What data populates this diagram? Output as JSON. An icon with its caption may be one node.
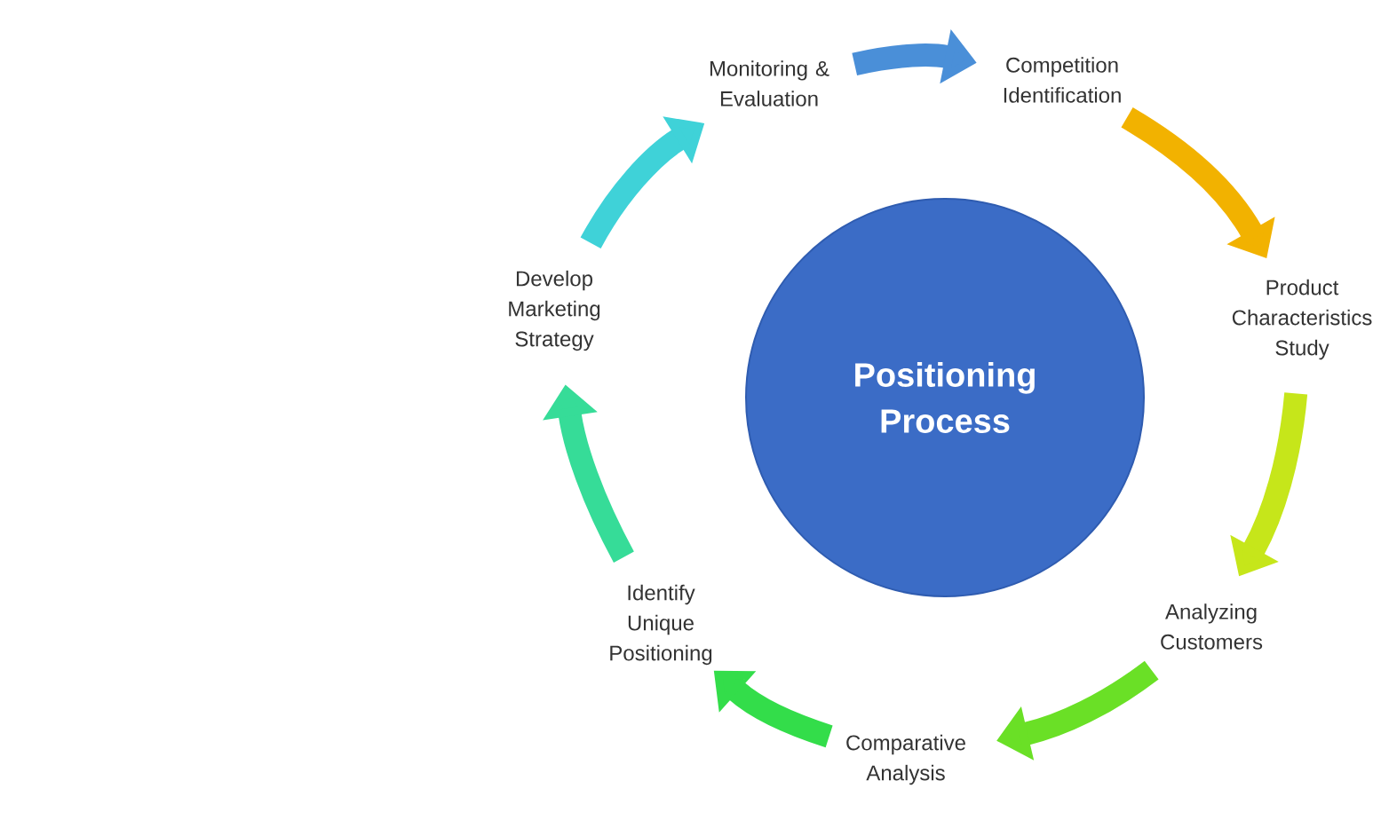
{
  "diagram": {
    "nodes": [
      {
        "text": [
          "Monitoring & Evaluation"
        ]
      },
      {
        "text": [
          "Competition Identification"
        ]
      },
      {
        "text": [
          "Product Characteristics Study"
        ]
      },
      {
        "text": [
          "Develop Marketing Strategy"
        ]
      },
      {
        "text": [
          "Positioning Process"
        ]
      },
      {
        "text": [
          "Analyzing Customers"
        ]
      },
      {
        "text": [
          "Identify Unique Positioning"
        ]
      },
      {
        "text": [
          "Comparative Analysis"
        ]
      }
    ],
    "edges": [
      {
        "from": 0,
        "to": 1,
        "arrow": "to",
        "color": "#4a8fd8"
      },
      {
        "from": 1,
        "to": 2,
        "arrow": "to",
        "color": "#f2b200"
      },
      {
        "from": 2,
        "to": 5,
        "arrow": "to",
        "color": "#c6e61a"
      },
      {
        "from": 5,
        "to": 7,
        "arrow": "to",
        "color": "#6ae026"
      },
      {
        "from": 7,
        "to": 6,
        "arrow": "to",
        "color": "#33dd4a"
      },
      {
        "from": 6,
        "to": 3,
        "arrow": "to",
        "color": "#36dc98"
      },
      {
        "from": 3,
        "to": 0,
        "arrow": "to",
        "color": "#3fd2d8"
      }
    ]
  }
}
